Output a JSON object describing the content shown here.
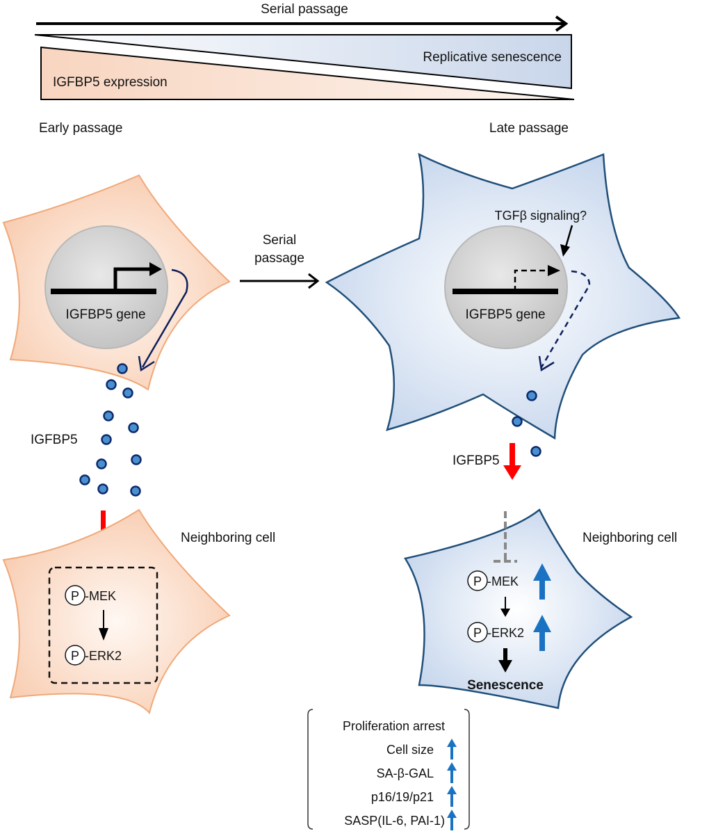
{
  "top": {
    "arrow_label": "Serial passage",
    "senescence_wedge_label": "Replicative senescence",
    "igfbp5_wedge_label": "IGFBP5 expression",
    "early_label": "Early passage",
    "late_label": "Late passage"
  },
  "middle": {
    "transition_label_line1": "Serial",
    "transition_label_line2": "passage"
  },
  "early_cell": {
    "gene_label": "IGFBP5 gene",
    "secreted_label": "IGFBP5",
    "neighbor_label": "Neighboring cell",
    "pathway": {
      "p_symbol": "P",
      "mek": "-MEK",
      "erk": "-ERK2"
    }
  },
  "late_cell": {
    "signal_label": "TGFβ signaling?",
    "gene_label": "IGFBP5 gene",
    "secreted_label": "IGFBP5",
    "neighbor_label": "Neighboring cell",
    "pathway": {
      "p_symbol": "P",
      "mek": "-MEK",
      "erk": "-ERK2",
      "outcome": "Senescence"
    }
  },
  "phenotypes": {
    "items": [
      {
        "label": "Proliferation arrest",
        "up": false
      },
      {
        "label": "Cell size",
        "up": true
      },
      {
        "label": "SA-β-GAL",
        "up": true
      },
      {
        "label": "p16/19/p21",
        "up": true
      },
      {
        "label": "SASP(IL-6, PAI-1)",
        "up": true
      }
    ]
  },
  "colors": {
    "early_cell_fill": "#fbdcc8",
    "early_cell_stroke": "#f0a878",
    "late_cell_fill": "#c9d8ee",
    "late_cell_stroke": "#1f4e79",
    "inhibit_red": "#ff0000",
    "increase_blue": "#1a72c2",
    "protein_dot": "#4a90d0",
    "protein_dot_stroke": "#0d2a6b"
  }
}
